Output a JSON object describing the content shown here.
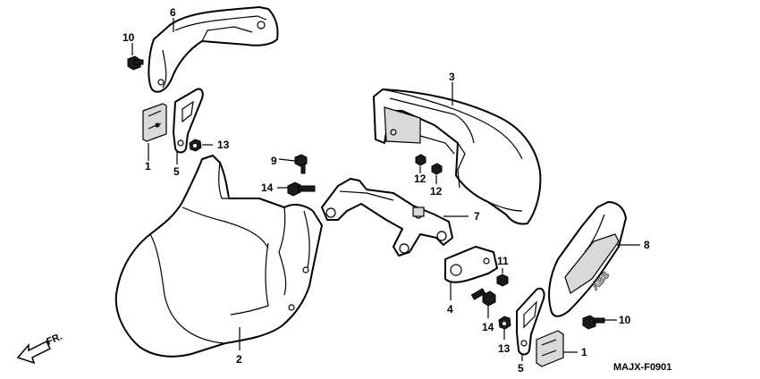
{
  "diagram": {
    "code": "MAJX-F0901",
    "direction_label": "FR.",
    "callouts": {
      "c1a": "1",
      "c1b": "1",
      "c2": "2",
      "c3": "3",
      "c5a": "5",
      "c5b": "5",
      "c6": "6",
      "c7": "7",
      "c8": "8",
      "c9": "9",
      "c10a": "10",
      "c10b": "10",
      "c11": "11",
      "c12a": "12",
      "c12b": "12",
      "c13a": "13",
      "c13b": "13",
      "c14a": "14",
      "c14b": "14",
      "c4": "4"
    },
    "icons": [
      "front-direction-arrow-icon",
      "bolt-icon",
      "nut-icon",
      "screw-icon"
    ]
  }
}
